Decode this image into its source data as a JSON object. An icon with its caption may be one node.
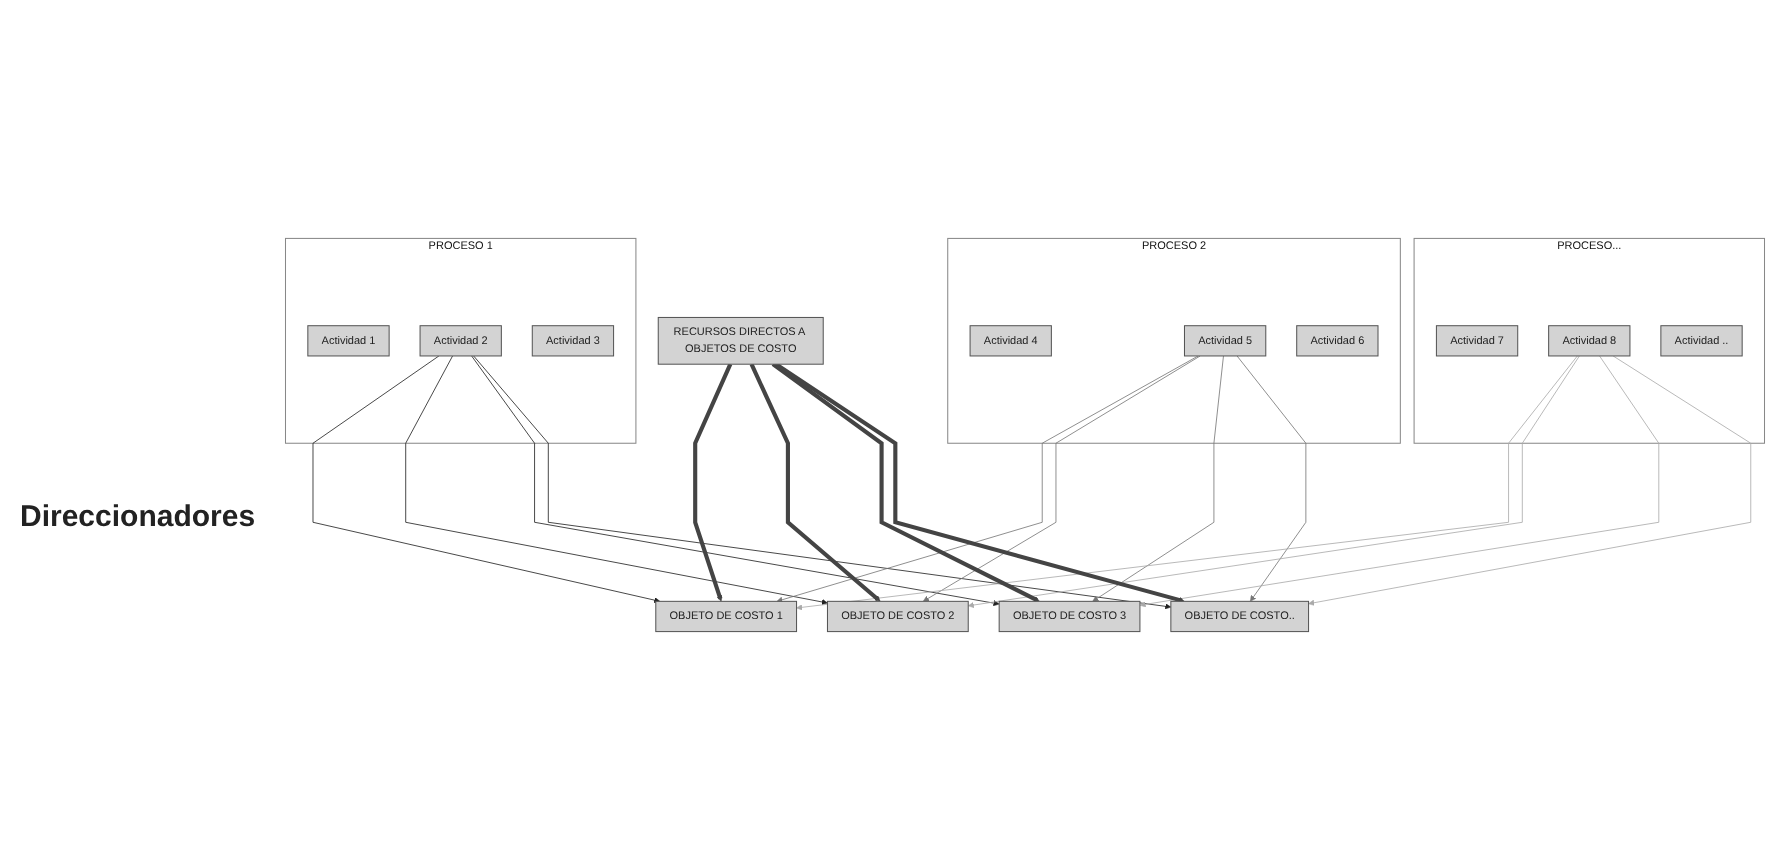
{
  "diagram": {
    "nodes": [
      {
        "text": [
          "RECURSOS DIRECTOS A OBJETOS DE COSTO"
        ]
      },
      {
        "text": [
          "PROCESO 1"
        ]
      },
      {
        "text": [
          "Actividad 1"
        ],
        "in": 1
      },
      {
        "text": [
          "Actividad 2"
        ],
        "in": 1
      },
      {
        "text": [
          "Actividad 3"
        ],
        "in": 1
      },
      {
        "text": [
          "PROCESO 2"
        ]
      },
      {
        "text": [
          "Actividad 4"
        ],
        "in": 5
      },
      {
        "text": [
          "Actividad 5"
        ],
        "in": 5
      },
      {
        "text": [
          "Actividad 6"
        ],
        "in": 5
      },
      {
        "text": [
          "PROCESO..."
        ]
      },
      {
        "text": [
          "Actividad 7"
        ],
        "in": 9
      },
      {
        "text": [
          "Actividad 8"
        ],
        "in": 9
      },
      {
        "text": [
          "Actividad .."
        ],
        "in": 9
      },
      {
        "text": [
          "OBJETO DE COSTO 1"
        ]
      },
      {
        "text": [
          "OBJETO DE COSTO 2"
        ]
      },
      {
        "text": [
          "OBJETO DE COSTO 3"
        ]
      },
      {
        "text": [
          "OBJETO DE COSTO.."
        ]
      }
    ],
    "edges": [
      {
        "from": 3,
        "to": 13,
        "arrow": "to",
        "color": "#222222"
      },
      {
        "from": 3,
        "to": 14,
        "arrow": "to",
        "color": "#222222"
      },
      {
        "from": 3,
        "to": 15,
        "arrow": "to",
        "color": "#222222"
      },
      {
        "from": 3,
        "to": 16,
        "arrow": "to",
        "color": "#222222"
      },
      {
        "from": 7,
        "to": 13,
        "arrow": "to",
        "color": "#777777"
      },
      {
        "from": 7,
        "to": 14,
        "arrow": "to",
        "color": "#777777"
      },
      {
        "from": 7,
        "to": 15,
        "arrow": "to",
        "color": "#777777"
      },
      {
        "from": 7,
        "to": 16,
        "arrow": "to",
        "color": "#777777"
      },
      {
        "from": 11,
        "to": 13,
        "arrow": "to",
        "color": "#aaaaaa"
      },
      {
        "from": 11,
        "to": 14,
        "arrow": "to",
        "color": "#aaaaaa"
      },
      {
        "from": 11,
        "to": 15,
        "arrow": "to",
        "color": "#aaaaaa"
      },
      {
        "from": 11,
        "to": 16,
        "arrow": "to",
        "color": "#aaaaaa"
      },
      {
        "from": 0,
        "to": 13,
        "arrow": "to",
        "style": "thick",
        "color": "#444444"
      },
      {
        "from": 0,
        "to": 14,
        "arrow": "to",
        "style": "thick",
        "color": "#444444"
      },
      {
        "from": 0,
        "to": 15,
        "arrow": "to",
        "style": "thick",
        "color": "#444444"
      },
      {
        "from": 0,
        "to": 16,
        "arrow": "to",
        "style": "thick",
        "color": "#444444"
      }
    ],
    "labels": [
      "Direccionadores"
    ]
  }
}
